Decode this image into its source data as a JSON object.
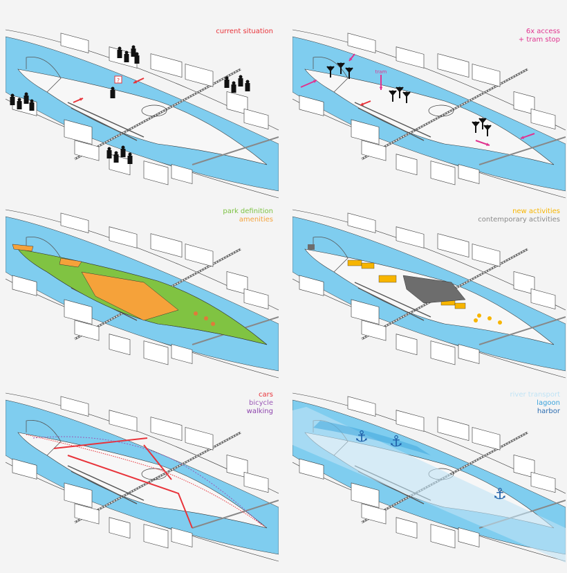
{
  "panels": [
    {
      "id": "current",
      "labels": [
        {
          "text": "current situation",
          "color": "#e8333a"
        }
      ]
    },
    {
      "id": "access",
      "labels": [
        {
          "text": "6x access",
          "color": "#e0338f"
        },
        {
          "text": "+ tram stop",
          "color": "#e0338f"
        }
      ],
      "annotation": "tram"
    },
    {
      "id": "park",
      "labels": [
        {
          "text": "park definition",
          "color": "#7cc242"
        },
        {
          "text": "amenities",
          "color": "#f5a23a"
        }
      ]
    },
    {
      "id": "activities",
      "labels": [
        {
          "text": "new activities",
          "color": "#f7b500"
        },
        {
          "text": "contemporary activities",
          "color": "#8a8a8a"
        }
      ]
    },
    {
      "id": "mobility",
      "labels": [
        {
          "text": "cars",
          "color": "#e8333a"
        },
        {
          "text": "bicycle",
          "color": "#9b59b6"
        },
        {
          "text": "walking",
          "color": "#8e44ad"
        }
      ]
    },
    {
      "id": "water",
      "labels": [
        {
          "text": "river transport",
          "color": "#bfe3f5"
        },
        {
          "text": "lagoon",
          "color": "#3aa3dc"
        },
        {
          "text": "harbor",
          "color": "#2a6cb0"
        }
      ]
    }
  ],
  "colors": {
    "river": "#7fcdef",
    "park": "#80c342",
    "amenity": "#f5a23a",
    "activity": "#f7b500",
    "contemporary": "#6d6d6d",
    "harbor": "#1f5fa8"
  }
}
